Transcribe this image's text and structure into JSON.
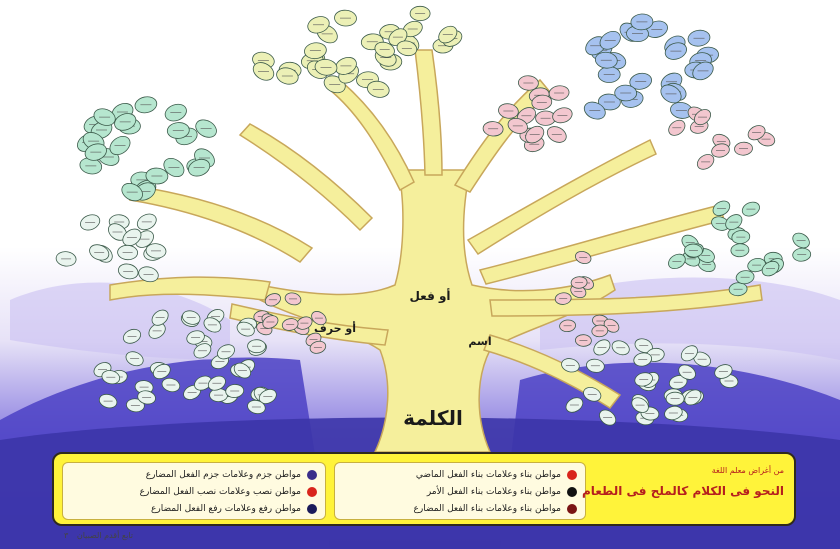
{
  "tree": {
    "root_label": "الكلمة",
    "branch_labels": {
      "fiil": "أو فعل",
      "harf": "أو حرف",
      "ism": "اسم"
    }
  },
  "legend": {
    "subtitle": "من أغراض معلم اللغة",
    "headline": "النحو فى الكلام كالملح فى الطعام",
    "middle_items": [
      {
        "text": "مواطن بناء وعلامات بناء الفعل الماضي",
        "color": "#d9251c"
      },
      {
        "text": "مواطن بناء وعلامات بناء الفعل الأمر",
        "color": "#111111"
      },
      {
        "text": "مواطن بناء وعلامات بناء الفعل المضارع",
        "color": "#7a1414"
      }
    ],
    "left_items": [
      {
        "text": "مواطن جزم وعلامات جزم الفعل المضارع",
        "color": "#3a2e8a"
      },
      {
        "text": "مواطن نصب وعلامات نصب الفعل المضارع",
        "color": "#d9251c"
      },
      {
        "text": "مواطن رفع وعلامات رفع الفعل المضارع",
        "color": "#1b1b5a"
      }
    ]
  },
  "footer": {
    "text": "تابع أقدم الصبيان",
    "page": "٣"
  },
  "colors": {
    "trunk": "#f5ef9c",
    "background_top": "#ffffff",
    "background_bottom": "#4a3fc7",
    "leaf_green": "#b6e6cf",
    "leaf_olive": "#ecf0b6",
    "leaf_pink": "#f3c7cf",
    "leaf_blue": "#a6c2ef",
    "leaf_white": "#e9f4ee",
    "legend_yellow": "#fff33a"
  }
}
